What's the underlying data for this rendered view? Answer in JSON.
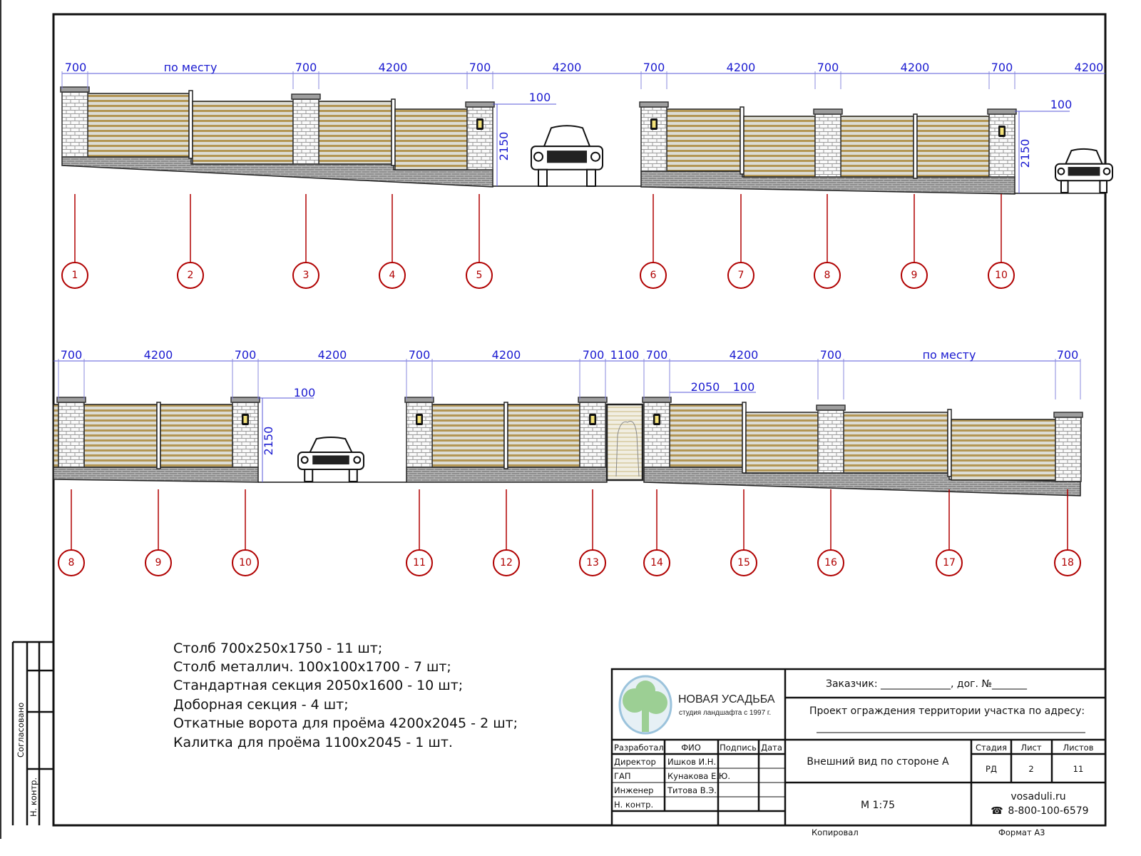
{
  "dimensions": {
    "row1": [
      "700",
      "по месту",
      "700",
      "4200",
      "700",
      "4200",
      "700",
      "4200",
      "700",
      "4200",
      "700",
      "4200"
    ],
    "row2": [
      "700",
      "4200",
      "700",
      "4200",
      "700",
      "4200",
      "700",
      "1100",
      "700",
      "4200",
      "700",
      "по месту",
      "700"
    ],
    "row1_extra": {
      "post_gap_left": "100",
      "height_left": "2150",
      "post_gap_right": "100",
      "height_right": "2150"
    },
    "row2_extra": {
      "post_gap": "100",
      "height": "2150",
      "section": "2050",
      "post": "100"
    }
  },
  "markers": {
    "row1": [
      "1",
      "2",
      "3",
      "4",
      "5",
      "6",
      "7",
      "8",
      "9",
      "10"
    ],
    "row2": [
      "8",
      "9",
      "10",
      "11",
      "12",
      "13",
      "14",
      "15",
      "16",
      "17",
      "18"
    ]
  },
  "specification": [
    "Столб 700х250х1750 - 11 шт;",
    "Столб металлич. 100х100х1700 - 7 шт;",
    "Стандартная секция 2050х1600 - 10 шт;",
    "Доборная секция - 4 шт;",
    "Откатные ворота для проёма 4200х2045 - 2 шт;",
    "Калитка для проёма 1100х2045 - 1 шт."
  ],
  "side_stamp": {
    "approved": "Согласовано",
    "norm_control": "Н. контр."
  },
  "title_block": {
    "company": "НОВАЯ УСАДЬБА",
    "company_sub": "студия ландшафта с 1997 г.",
    "customer": "Заказчик: ______________, дог. №_______",
    "project": "Проект ограждения территории участка по адресу:",
    "headers": [
      "Разработал",
      "ФИО",
      "Подпись",
      "Дата"
    ],
    "staff": [
      {
        "role": "Директор",
        "name": "Ишков И.Н."
      },
      {
        "role": "ГАП",
        "name": "Кунакова Е.Ю."
      },
      {
        "role": "Инженер",
        "name": "Титова В.Э."
      },
      {
        "role": "Н. контр.",
        "name": ""
      }
    ],
    "sheet_title": "Внешний вид по стороне А",
    "scale": "М 1:75",
    "stage_label": "Стадия",
    "sheet_label": "Лист",
    "sheets_label": "Листов",
    "stage": "РД",
    "sheet": "2",
    "sheets": "11",
    "website": "vosaduli.ru",
    "phone": "8-800-100-6579",
    "phone_icon": "☎"
  },
  "footer": {
    "copied": "Копировал",
    "format": "Формат  А3"
  },
  "colors": {
    "dimension": "#1a1ad0",
    "marker": "#b00000",
    "slat_wood": "#b39654",
    "slat_light": "#d9d9d2"
  }
}
